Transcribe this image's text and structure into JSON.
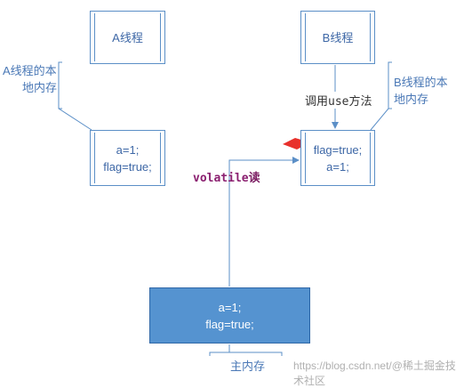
{
  "thread_a": {
    "title": "A线程",
    "memory_label": [
      "A线程的本",
      "地内存"
    ],
    "memory_values": [
      "a=1;",
      "flag=true;"
    ]
  },
  "thread_b": {
    "title": "B线程",
    "memory_label": [
      "B线程的本",
      "地内存"
    ],
    "memory_values": [
      "flag=true;",
      "a=1;"
    ],
    "call_label_prefix": "调用",
    "call_label_code": "use",
    "call_label_suffix": "方法"
  },
  "volatile_read": {
    "code": "volatile",
    "suffix": "读"
  },
  "main_memory": {
    "values": [
      "a=1;",
      "flag=true;"
    ],
    "label": "主内存"
  },
  "watermark": "https://blog.csdn.net/@稀土掘金技术社区",
  "colors": {
    "box_border": "#5b8fc7",
    "text_blue": "#3d67a6",
    "main_fill": "#5593d0",
    "red_arrow": "#e8312c"
  }
}
